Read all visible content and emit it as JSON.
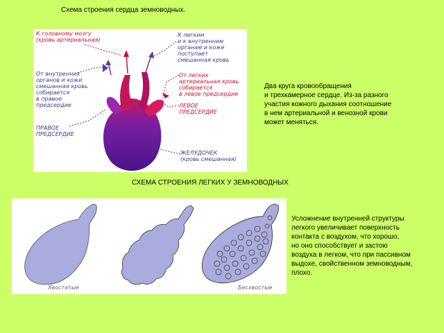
{
  "heart": {
    "title": "Схема строения сердца земноводных.",
    "labels": {
      "to_brain": "К головному мозгу\n(кровь артериальная)",
      "to_lung": "К легким\nи к внутренним\nорганам и коже\nпоступает\nсмешанная кровь",
      "from_organs": "От внутренних\nорганов и кожи\nсмешанная кровь\nсобирается\nв правое\nпредсердие",
      "from_lungs": "От легких\nартериальная кровь\nсобирается\nв левое предсердие",
      "left_atrium": "ЛЕВОЕ\nПРЕДСЕРДИЕ",
      "right_atrium": "ПРАВОЕ\nПРЕДСЕРДИЕ",
      "ventricle": "ЖЕЛУДОЧЕК\n(кровь смешанная)"
    },
    "description": "Два круга кровообращения\nи трехкамерное сердце. Из-за разного\nучастия кожного дыхания соотношение\nв нем артериальной и венозной крови\nможет меняться.",
    "colors": {
      "red": "#c8102e",
      "blue": "#5b3a9e",
      "heart_body": "#6a1b9a"
    }
  },
  "lungs": {
    "title": "СХЕМА СТРОЕНИЯ ЛЕГКИХ У ЗЕМНОВОДНЫХ",
    "caption_left": "Хвостатые",
    "caption_right": "Бесхвостые",
    "description": "Усложнение внутренней структуры\nлегкого увеличивает поверхность\nконтакта с воздухом, что хорошо,\nно оно способствует и застою\nвоздуха в легком, что при пассивном\nвыдохе, свойственном земноводным,\nплохо.",
    "color": "#a9acdc"
  }
}
